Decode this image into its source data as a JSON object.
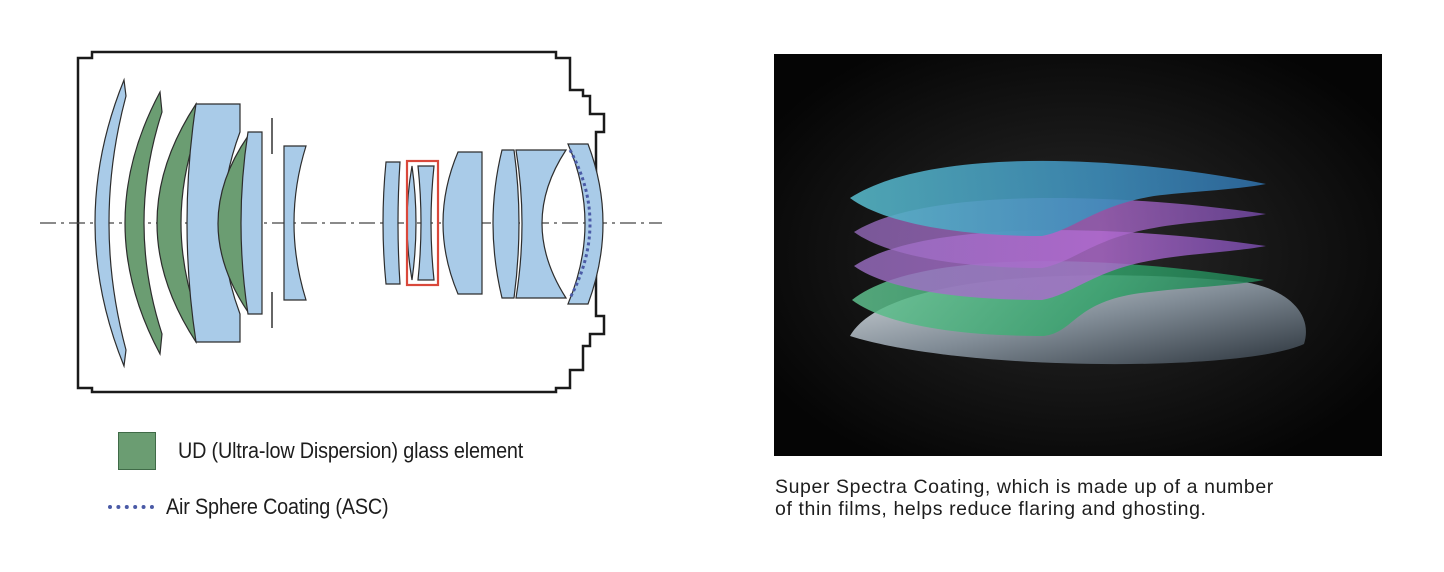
{
  "legend": {
    "ud_label": "UD (Ultra-low Dispersion) glass element",
    "asc_label": "Air Sphere Coating (ASC)"
  },
  "caption": {
    "line1": "Super Spectra Coating, which is made up of a number",
    "line2": "of thin films, helps reduce flaring and ghosting."
  },
  "colors": {
    "ud_glass": "#6b9d72",
    "standard_glass": "#a9cbe8",
    "asc_coating": "#4a5aa6",
    "highlight_box": "#d9483b",
    "coating_background": "#0b0b0b"
  }
}
